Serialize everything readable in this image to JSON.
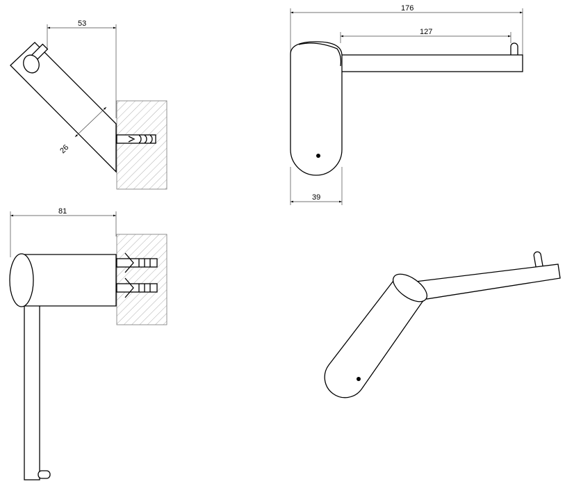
{
  "title": "Toilet roll holder technical drawing",
  "dimensions": {
    "side_view_depth": "53",
    "side_view_diameter": "26",
    "front_view_total_width": "176",
    "front_view_bar_length": "127",
    "front_view_body_width": "39",
    "top_view_projection": "81"
  }
}
